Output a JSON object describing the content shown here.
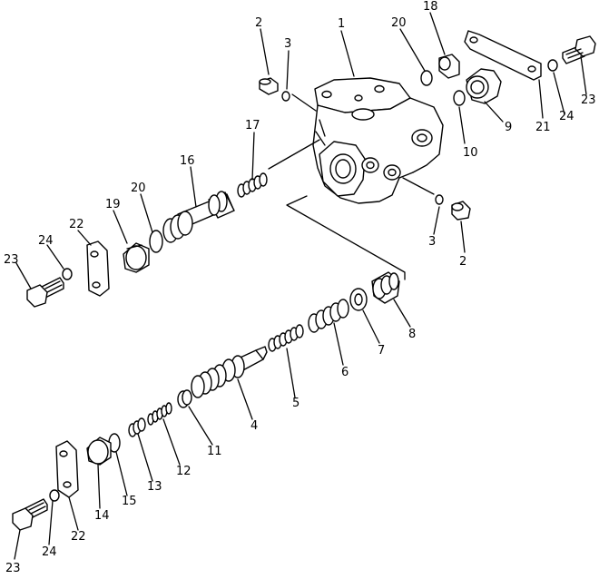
{
  "labels": {
    "l1": "1",
    "l2a": "2",
    "l2b": "2",
    "l3a": "3",
    "l3b": "3",
    "l4": "4",
    "l5": "5",
    "l6": "6",
    "l7": "7",
    "l8": "8",
    "l9": "9",
    "l10": "10",
    "l11": "11",
    "l12": "12",
    "l13": "13",
    "l14": "14",
    "l15": "15",
    "l16": "16",
    "l17": "17",
    "l18": "18",
    "l19": "19",
    "l20a": "20",
    "l20b": "20",
    "l21": "21",
    "l22a": "22",
    "l22b": "22",
    "l23a": "23",
    "l23b": "23",
    "l23c": "23",
    "l24a": "24",
    "l24b": "24",
    "l24c": "24"
  }
}
